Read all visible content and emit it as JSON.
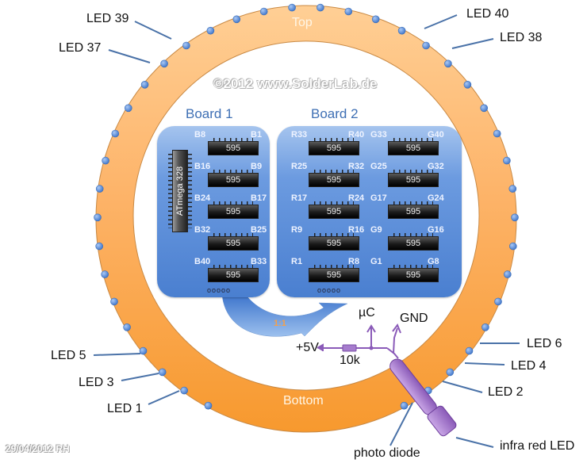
{
  "diagram": {
    "watermark": "©2012 www.SolderLab.de",
    "date_signature": "29/04/2012 RH",
    "ring": {
      "top_label": "Top",
      "bottom_label": "Bottom",
      "led_count": 40,
      "colors": {
        "ring_top": "#ffc98a",
        "ring_bottom": "#f7a03a",
        "led": "#5b8fd8"
      }
    },
    "led_labels": {
      "led39": "LED 39",
      "led37": "LED 37",
      "led40": "LED 40",
      "led38": "LED 38",
      "led5": "LED 5",
      "led3": "LED 3",
      "led1": "LED 1",
      "led6": "LED 6",
      "led4": "LED 4",
      "led2": "LED 2"
    },
    "board1": {
      "title": "Board 1",
      "mcu": "ATmega 328",
      "chips": [
        {
          "left": "B8",
          "right": "B1",
          "label": "595"
        },
        {
          "left": "B16",
          "right": "B9",
          "label": "595"
        },
        {
          "left": "B24",
          "right": "B17",
          "label": "595"
        },
        {
          "left": "B32",
          "right": "B25",
          "label": "595"
        },
        {
          "left": "B40",
          "right": "B33",
          "label": "595"
        }
      ],
      "header": "ooooo"
    },
    "board2": {
      "title": "Board 2",
      "chips_red": [
        {
          "left": "R33",
          "right": "R40",
          "label": "595"
        },
        {
          "left": "R25",
          "right": "R32",
          "label": "595"
        },
        {
          "left": "R17",
          "right": "R24",
          "label": "595"
        },
        {
          "left": "R9",
          "right": "R16",
          "label": "595"
        },
        {
          "left": "R1",
          "right": "R8",
          "label": "595"
        }
      ],
      "chips_green": [
        {
          "left": "G33",
          "right": "G40",
          "label": "595"
        },
        {
          "left": "G25",
          "right": "G32",
          "label": "595"
        },
        {
          "left": "G17",
          "right": "G24",
          "label": "595"
        },
        {
          "left": "G9",
          "right": "G16",
          "label": "595"
        },
        {
          "left": "G1",
          "right": "G8",
          "label": "595"
        }
      ],
      "header": "ooooo"
    },
    "connection_ratio": "1:1",
    "circuit": {
      "supply": "+5V",
      "resistor": "10k",
      "mcu_pin": "µC",
      "ground": "GND",
      "photo_diode": "photo diode",
      "ir_led": "infra red LED"
    }
  }
}
